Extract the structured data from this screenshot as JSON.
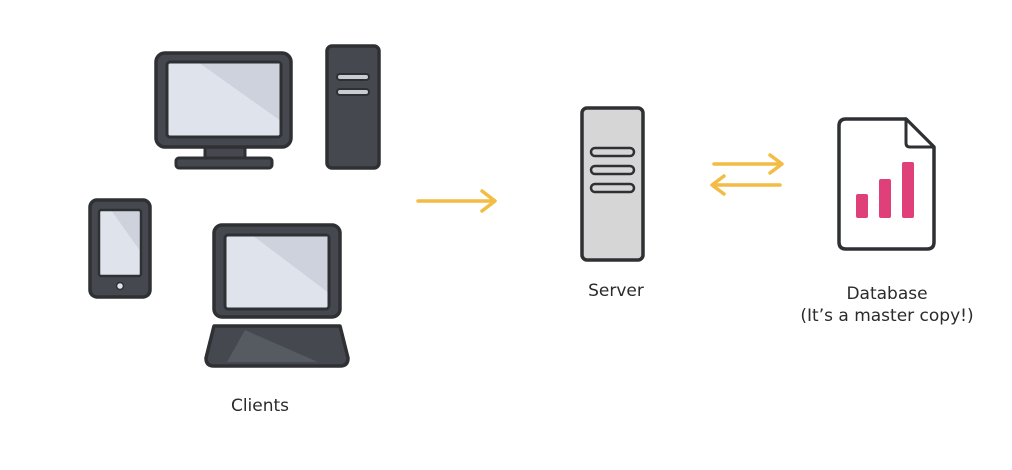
{
  "labels": {
    "clients": "Clients",
    "server": "Server",
    "database_line1": "Database",
    "database_line2": "(It’s a master copy!)"
  },
  "colors": {
    "outline": "#2f3033",
    "device_body": "#45484e",
    "screen": "#dfe3ec",
    "screen_shine": "#cdd2dd",
    "server_body": "#d6d6d6",
    "arrow": "#f3bc45",
    "bars": "#e0407a",
    "paper": "#ffffff"
  },
  "diagram": {
    "nodes": [
      {
        "id": "clients",
        "label_key": "clients",
        "icons": [
          "desktop-monitor-icon",
          "tower-pc-icon",
          "smartphone-icon",
          "laptop-icon"
        ]
      },
      {
        "id": "server",
        "label_key": "server",
        "icons": [
          "server-rack-icon"
        ]
      },
      {
        "id": "database",
        "label_key": "database_line1",
        "icons": [
          "database-document-icon"
        ]
      }
    ],
    "edges": [
      {
        "from": "clients",
        "to": "server",
        "direction": "one-way"
      },
      {
        "from": "server",
        "to": "database",
        "direction": "two-way"
      }
    ]
  }
}
